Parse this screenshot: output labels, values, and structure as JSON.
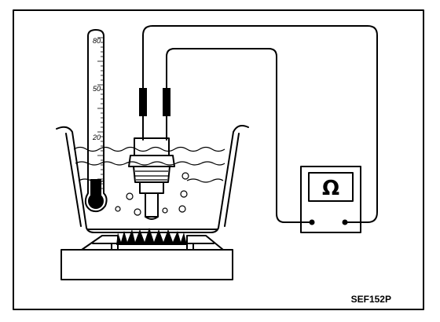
{
  "thermometer": {
    "tick_labels": [
      "80",
      "50",
      "20"
    ]
  },
  "ohmmeter": {
    "symbol": "Ω",
    "icon": "ohm-symbol-icon"
  },
  "figure_code": "SEF152P",
  "colors": {
    "ink": "#000000",
    "paper": "#ffffff"
  }
}
